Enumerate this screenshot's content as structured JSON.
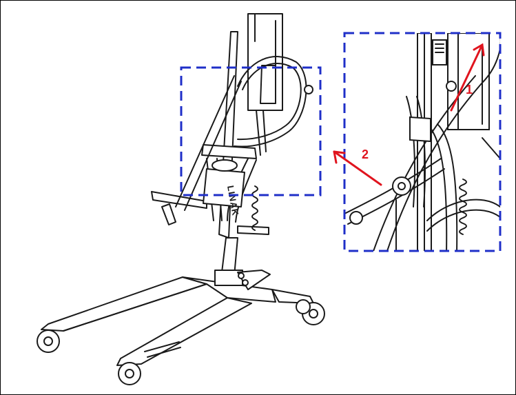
{
  "diagram": {
    "callouts": [
      {
        "id": "1",
        "label": "1"
      },
      {
        "id": "2",
        "label": "2"
      }
    ],
    "brand_text": "LINAK",
    "colors": {
      "highlight_box": "#1f2fc8",
      "arrow": "#e0141e",
      "line": "#1a1a1a"
    }
  }
}
